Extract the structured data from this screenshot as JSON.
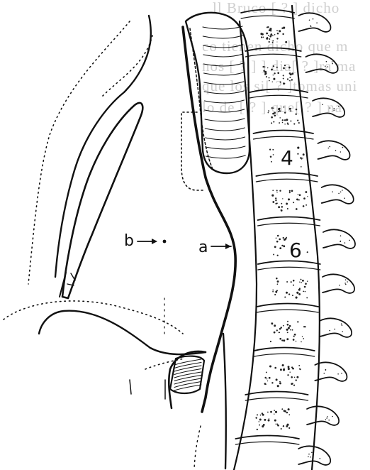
{
  "diagram": {
    "labels": {
      "a": "a",
      "b": "b",
      "vertebra_4": "4",
      "vertebra_6": "6"
    },
    "bleed_through_text": [
      "ll Bruco [ ? ] dicho",
      "co tienen dicho que m",
      "nos [ ? ] ] dia[ ? ]ra ma",
      "que los si[ ? ]tomas uni",
      "lo de [ ? ] que[ ? ] na"
    ],
    "colors": {
      "ink": "#111111",
      "paper": "#ffffff",
      "bleed": "#cfcfcf"
    }
  }
}
